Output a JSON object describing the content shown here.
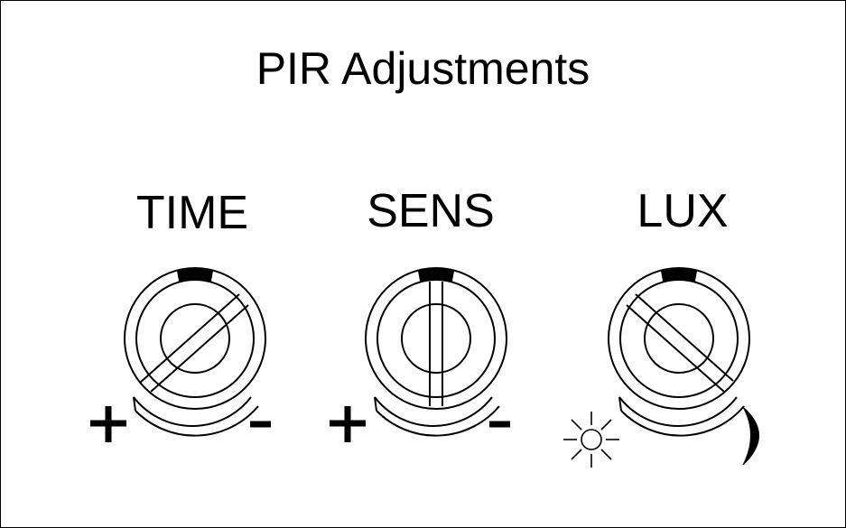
{
  "title": "PIR Adjustments",
  "knobs": [
    {
      "label": "TIME",
      "left_symbol": "+",
      "right_symbol": "-",
      "left_icon": "plus-icon",
      "right_icon": "minus-icon"
    },
    {
      "label": "SENS",
      "left_symbol": "+",
      "right_symbol": "-",
      "left_icon": "plus-icon",
      "right_icon": "minus-icon"
    },
    {
      "label": "LUX",
      "left_icon": "sun-icon",
      "right_icon": "moon-icon"
    }
  ],
  "colors": {
    "ink": "#000000",
    "background": "#ffffff"
  }
}
